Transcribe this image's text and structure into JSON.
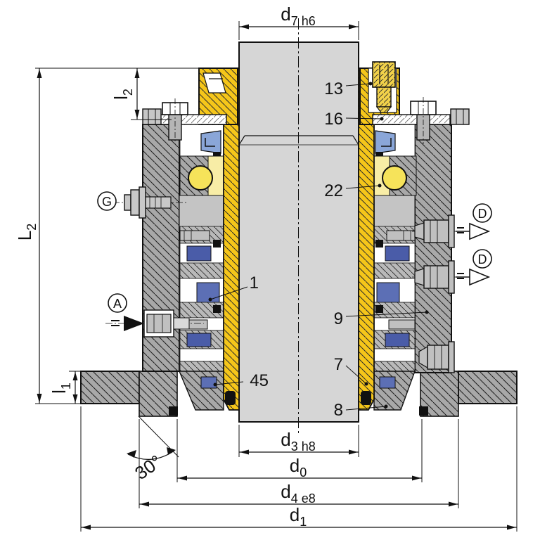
{
  "drawing": {
    "dim_d7": {
      "main": "d",
      "sub": "7 h6"
    },
    "dim_d3": {
      "main": "d",
      "sub": "3 h8"
    },
    "dim_d0": {
      "main": "d",
      "sub": "0"
    },
    "dim_d4": {
      "main": "d",
      "sub": "4 e8"
    },
    "dim_d1": {
      "main": "d",
      "sub": "1"
    },
    "dim_L2": {
      "main": "L",
      "sub": "2"
    },
    "dim_l1": {
      "main": "l",
      "sub": "1"
    },
    "dim_l2": {
      "main": "l",
      "sub": "2"
    },
    "angle_label": "30°",
    "callout_1": "1",
    "callout_7": "7",
    "callout_8": "8",
    "callout_9": "9",
    "callout_13": "13",
    "callout_16": "16",
    "callout_22": "22",
    "callout_45": "45",
    "port_G": "G",
    "port_A": "A",
    "port_D_upper": "D",
    "port_D_lower": "D",
    "colors": {
      "housing_gray": "#a8a8a8",
      "shaft_gray": "#d6d6d6",
      "sleeve_yellow": "#f5c61a",
      "ball_yellow": "#f6e35a",
      "ball_bg_yellow": "#f8eda6",
      "wedge_blue": "#8aa6d8",
      "packing_blue": "#4a5ca8",
      "line": "#111111"
    }
  }
}
